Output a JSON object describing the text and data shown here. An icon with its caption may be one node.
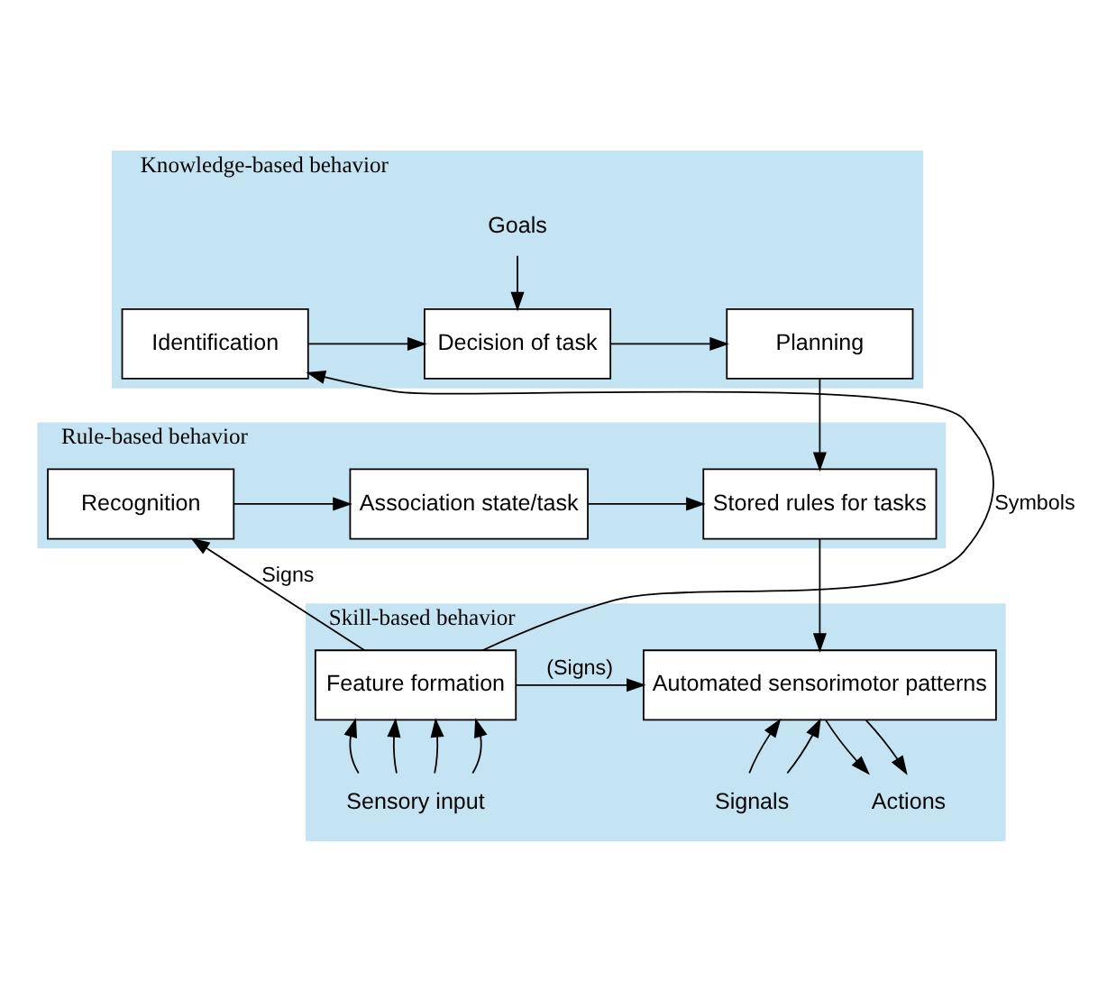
{
  "diagram": {
    "nodes": [
      {
        "text": [
          "Knowledge-based behavior"
        ]
      },
      {
        "text": [
          "Identification"
        ],
        "in": 0
      },
      {
        "text": [
          "Decision of task"
        ],
        "in": 0
      },
      {
        "text": [
          "Planning"
        ],
        "in": 0
      },
      {
        "text": [
          "Rule-based behavior"
        ]
      },
      {
        "text": [
          "Recognition"
        ],
        "in": 4
      },
      {
        "text": [
          "Association state/task"
        ],
        "in": 4
      },
      {
        "text": [
          "Stored rules for tasks"
        ],
        "in": 4
      },
      {
        "text": [
          "Skill-based behavior"
        ]
      },
      {
        "text": [
          "Feature formation"
        ],
        "in": 8
      },
      {
        "text": [
          "Automated sensorimotor patterns"
        ],
        "in": 8
      },
      {
        "text": [
          "Goals"
        ],
        "in": 0
      },
      {
        "text": [
          "Sensory input"
        ],
        "in": 8
      },
      {
        "text": [
          "Signals"
        ],
        "in": 8
      },
      {
        "text": [
          "Actions"
        ],
        "in": 8
      }
    ],
    "edges": [
      {
        "from": 11,
        "to": 2,
        "arrow": "to"
      },
      {
        "from": 9,
        "to": 1,
        "arrow": "to",
        "label": "Symbols"
      },
      {
        "from": 1,
        "to": 2,
        "arrow": "to"
      },
      {
        "from": 2,
        "to": 3,
        "arrow": "to"
      },
      {
        "from": 3,
        "to": 7,
        "arrow": "to"
      },
      {
        "from": 5,
        "to": 6,
        "arrow": "to"
      },
      {
        "from": 6,
        "to": 7,
        "arrow": "to"
      },
      {
        "from": 9,
        "to": 5,
        "arrow": "to",
        "label": "Signs"
      },
      {
        "from": 7,
        "to": 10,
        "arrow": "to"
      },
      {
        "from": 9,
        "to": 10,
        "arrow": "to",
        "label": "(Signs)"
      },
      {
        "from": 12,
        "to": 9,
        "arrow": "to"
      },
      {
        "from": 12,
        "to": 9,
        "arrow": "to"
      },
      {
        "from": 12,
        "to": 9,
        "arrow": "to"
      },
      {
        "from": 12,
        "to": 9,
        "arrow": "to"
      },
      {
        "from": 13,
        "to": 10,
        "arrow": "to"
      },
      {
        "from": 13,
        "to": 10,
        "arrow": "to"
      },
      {
        "from": 10,
        "to": 14,
        "arrow": "to"
      },
      {
        "from": 10,
        "to": 14,
        "arrow": "to"
      }
    ]
  }
}
